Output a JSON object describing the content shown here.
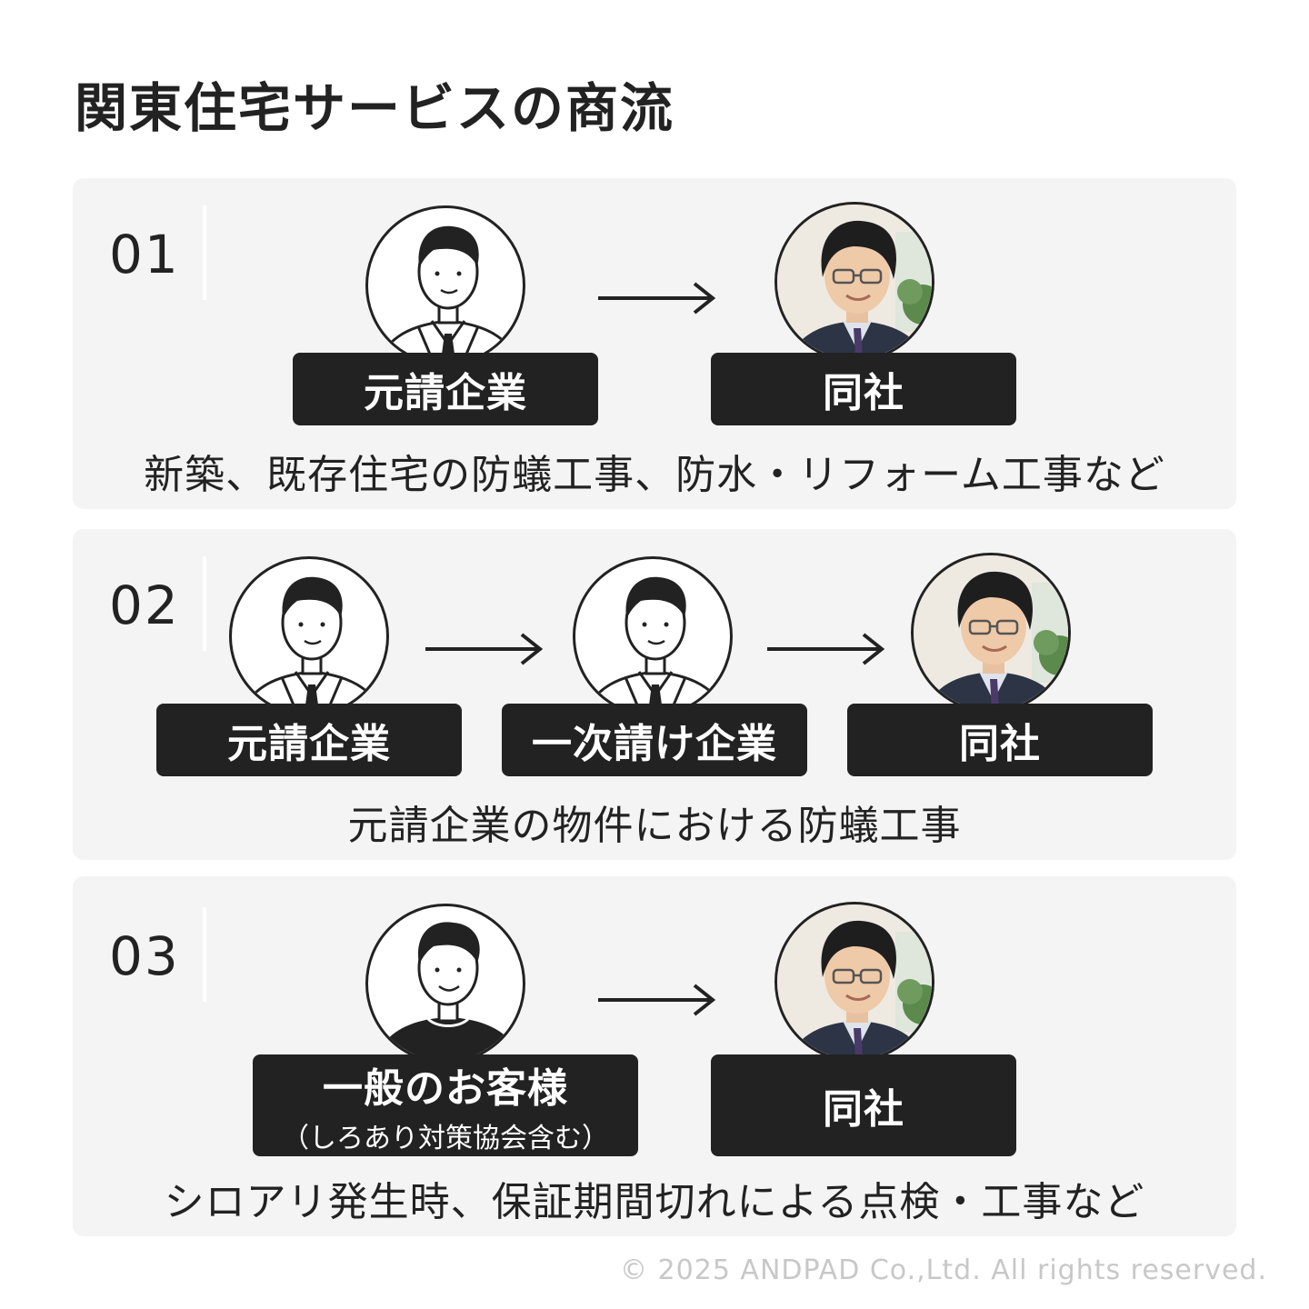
{
  "title": "関東住宅サービスの商流",
  "flows": [
    {
      "number": "01",
      "labels": [
        "元請企業",
        "同社"
      ],
      "description": "新築、既存住宅の防蟻工事、防水・リフォーム工事など"
    },
    {
      "number": "02",
      "labels": [
        "元請企業",
        "一次請け企業",
        "同社"
      ],
      "description": "元請企業の物件における防蟻工事"
    },
    {
      "number": "03",
      "labels": [
        "一般のお客様",
        "同社"
      ],
      "sublabel": "（しろあり対策協会含む）",
      "description": "シロアリ発生時、保証期間切れによる点検・工事など"
    }
  ],
  "copyright": "© 2025 ANDPAD Co.,Ltd. All rights reserved.",
  "colors": {
    "panel": "#f4f4f4",
    "label": "#222222",
    "text": "#222222"
  }
}
